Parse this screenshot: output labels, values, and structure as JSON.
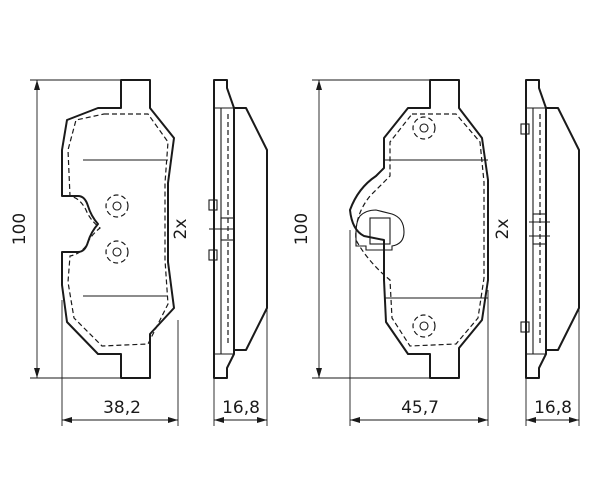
{
  "diagram": {
    "left_pad": {
      "height_label": "100",
      "width_label": "38,2",
      "side_quantity_label": "2x",
      "thickness_label": "16,8"
    },
    "right_pad": {
      "height_label": "100",
      "width_label": "45,7",
      "side_quantity_label": "2x",
      "thickness_label": "16,8"
    }
  }
}
